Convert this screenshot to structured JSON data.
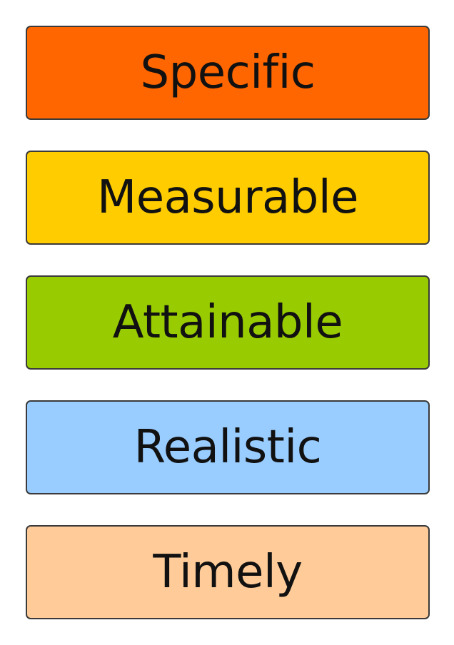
{
  "items": [
    {
      "label": "Specific",
      "color": "#ff6600"
    },
    {
      "label": "Measurable",
      "color": "#ffcc00"
    },
    {
      "label": "Attainable",
      "color": "#99cc00"
    },
    {
      "label": "Realistic",
      "color": "#99ccff"
    },
    {
      "label": "Timely",
      "color": "#ffcc99"
    }
  ]
}
